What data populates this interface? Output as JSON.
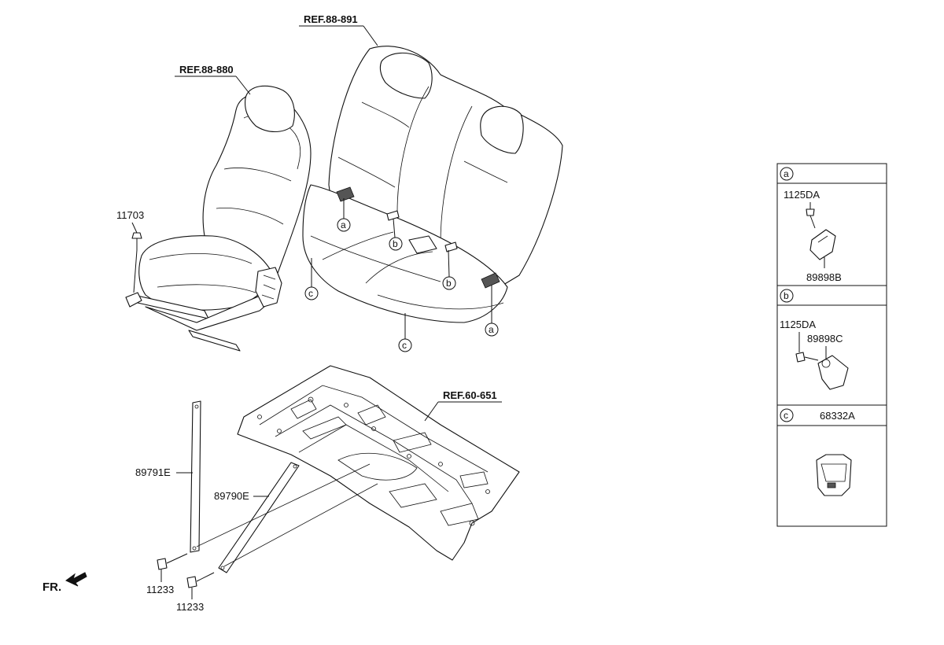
{
  "refs": {
    "rear_seat": "REF.88-891",
    "front_seat": "REF.88-880",
    "floor_panel": "REF.60-651"
  },
  "part_numbers": {
    "bolt_front_seat": "11703",
    "rear_strut_89791E": "89791E",
    "rear_strut_89790E": "89790E",
    "bolt_a": "11233",
    "bolt_b": "11233"
  },
  "circle_markers": {
    "a1": "a",
    "a2": "a",
    "b1": "b",
    "b2": "b",
    "c1": "c",
    "c2": "c"
  },
  "direction": {
    "label": "FR."
  },
  "detail_panel": {
    "sections": [
      {
        "key": "a",
        "parts": [
          "1125DA",
          "89898B"
        ]
      },
      {
        "key": "b",
        "parts": [
          "1125DA",
          "89898C"
        ]
      },
      {
        "key": "c",
        "parts": [
          "68332A"
        ]
      }
    ]
  }
}
